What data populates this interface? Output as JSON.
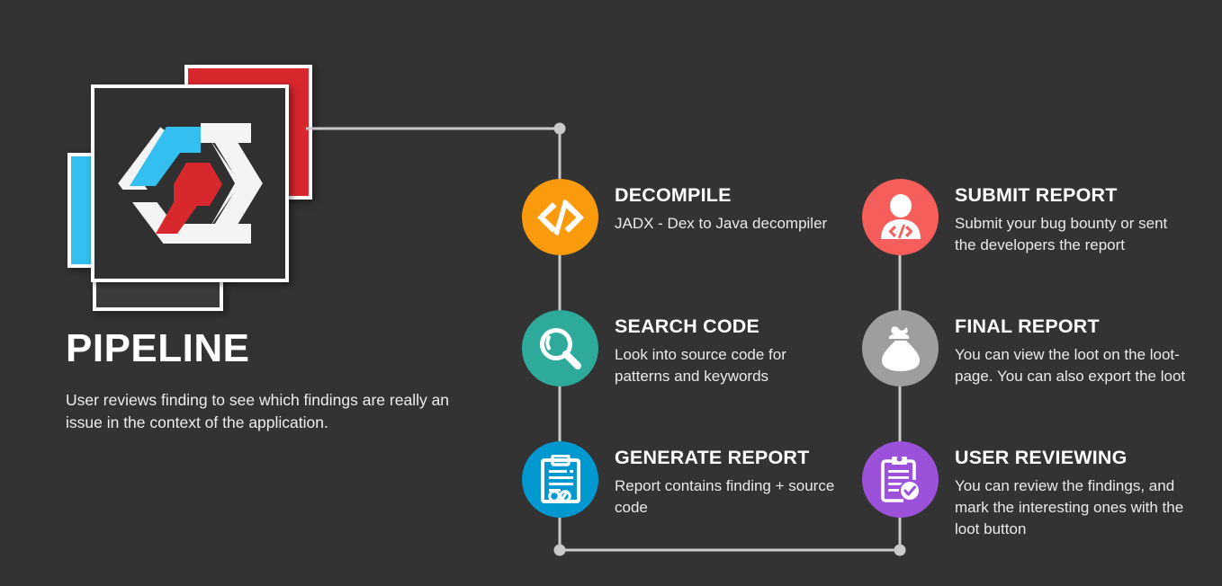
{
  "theme": {
    "background": "#333333",
    "connector_line": "#c9c9c9",
    "text_primary": "#ffffff",
    "text_secondary": "#e9eaea"
  },
  "logo": {
    "name": "pipeline-logo",
    "card_red_color": "#D9272E",
    "card_blue_color": "#33BFF0",
    "card_main_color": "#303030",
    "emblem_white": "#f4f4f4",
    "emblem_blue": "#33BFF0",
    "emblem_red": "#D9272E"
  },
  "heading": {
    "title": "PIPELINE",
    "subtitle": "User reviews finding to see which findings are really an issue in the context of the application."
  },
  "steps": [
    {
      "id": "decompile",
      "title": "DECOMPILE",
      "desc": "JADX - Dex to Java decompiler",
      "icon": "code-brackets-icon",
      "color": "#F99B0C"
    },
    {
      "id": "search-code",
      "title": "SEARCH CODE",
      "desc": "Look into source code for patterns and keywords",
      "icon": "magnifier-icon",
      "color": "#2EAA9B"
    },
    {
      "id": "generate-report",
      "title": "GENERATE REPORT",
      "desc": "Report contains finding + source code",
      "icon": "clipboard-report-icon",
      "color": "#0098CE"
    },
    {
      "id": "submit-report",
      "title": "SUBMIT REPORT",
      "desc": "Submit your bug bounty or sent the developers the report",
      "icon": "developer-person-icon",
      "color": "#F65E5B"
    },
    {
      "id": "final-report",
      "title": "FINAL REPORT",
      "desc": "You can view the loot on the loot-page. You can also export the loot",
      "icon": "loot-bag-icon",
      "color": "#9E9E9E"
    },
    {
      "id": "user-reviewing",
      "title": "USER REVIEWING",
      "desc": "You can review the findings, and mark the interesting ones with the loot button",
      "icon": "clipboard-check-icon",
      "color": "#9B51D9"
    }
  ]
}
